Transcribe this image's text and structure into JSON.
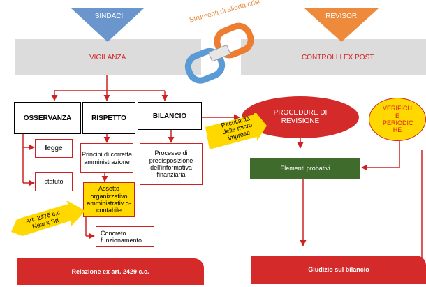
{
  "colors": {
    "accent_red": "#cc2222",
    "sindaci_blue": "#6a95cd",
    "revisori_orange": "#ee8a3c",
    "green": "#3f6b2c",
    "yellow": "#ffd800"
  },
  "top": {
    "sindaci": "SINDACI",
    "revisori": "REVISORI",
    "strumenti": "Strumenti di allerta crisi",
    "vigilanza": "VIGILANZA",
    "controlli": "CONTROLLI EX POST"
  },
  "left": {
    "osservanza": "OSSERVANZA",
    "rispetto": "RISPETTO",
    "bilancio": "BILANCIO",
    "legge_l": "l",
    "legge_rest": "egge",
    "statuto": "statuto",
    "principi": "Principi di corretta amministrazione",
    "assetto": "Assetto organizzativo amministrativ o-contabile",
    "concreto": "Concreto funzionamento",
    "processo": "Processo di predisposizione dell'informativa finanziaria",
    "art_2475_line1": "Art. 2475 c.c.",
    "art_2475_line2": "New  x Srl",
    "relazione": "Relazione ex art. 2429 c.c."
  },
  "right": {
    "procedure": "PROCEDURE DI REVISIONE",
    "peculiarita": "Peculiarità delle micro imprese",
    "verifiche": "VERIFICH E PERIODIC HE",
    "elementi": "Elementi probativi",
    "giudizio": "Giudizio sul bilancio"
  }
}
